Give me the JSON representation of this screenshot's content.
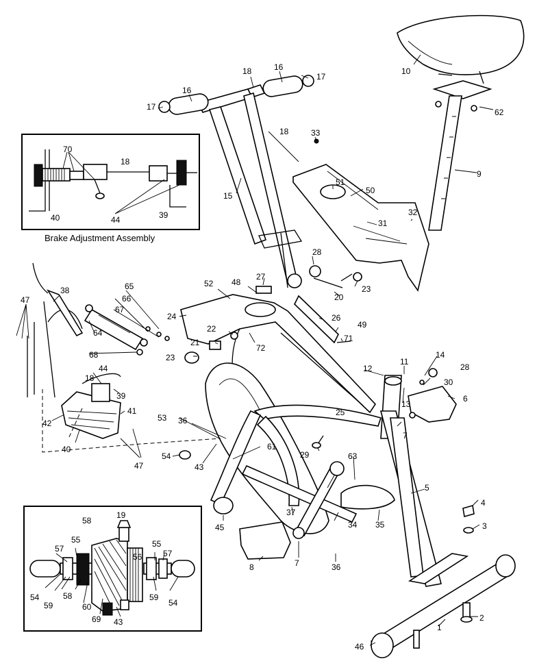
{
  "insets": {
    "brake": {
      "caption": "Brake Adjustment Assembly",
      "labels": {
        "p70": "70",
        "p18": "18",
        "p40": "40",
        "p44": "44",
        "p39": "39"
      }
    },
    "hub": {
      "labels": {
        "p19": "19",
        "p58a": "58",
        "p55a": "55",
        "p57a": "57",
        "p56": "56",
        "p55b": "55",
        "p57b": "57",
        "p54a": "54",
        "p59a": "59",
        "p58b": "58",
        "p60": "60",
        "p69": "69",
        "p43": "43",
        "p59b": "59",
        "p54b": "54"
      }
    }
  },
  "callouts": {
    "c10": "10",
    "c62": "62",
    "c9": "9",
    "c18a": "18",
    "c16a": "16",
    "c17a": "17",
    "c16b": "16",
    "c17b": "17",
    "c18b": "18",
    "c33": "33",
    "c15": "15",
    "c51": "51",
    "c50": "50",
    "c31": "31",
    "c32": "32",
    "c28a": "28",
    "c27": "27",
    "c23a": "23",
    "c20": "20",
    "c65": "65",
    "c66": "66",
    "c67": "67",
    "c38": "38",
    "c47a": "47",
    "c64": "64",
    "c68": "68",
    "c52": "52",
    "c48": "48",
    "c24": "24",
    "c26": "26",
    "c49": "49",
    "c22": "22",
    "c21": "21",
    "c72": "72",
    "c71": "71",
    "c23b": "23",
    "c12": "12",
    "c11": "11",
    "c14": "14",
    "c28b": "28",
    "c30": "30",
    "c13": "13",
    "c6": "6",
    "c44": "44",
    "c18c": "18",
    "c39": "39",
    "c41": "41",
    "c42": "42",
    "c40": "40",
    "c47b": "47",
    "c53": "53",
    "c36a": "36",
    "c61": "61",
    "c25": "25",
    "c7a": "7",
    "c54": "54",
    "c43": "43",
    "c29": "29",
    "c63": "63",
    "c5": "5",
    "c45": "45",
    "c37": "37",
    "c34": "34",
    "c35": "35",
    "c4": "4",
    "c3": "3",
    "c8": "8",
    "c7b": "7",
    "c36b": "36",
    "c1": "1",
    "c2": "2",
    "c46": "46"
  }
}
